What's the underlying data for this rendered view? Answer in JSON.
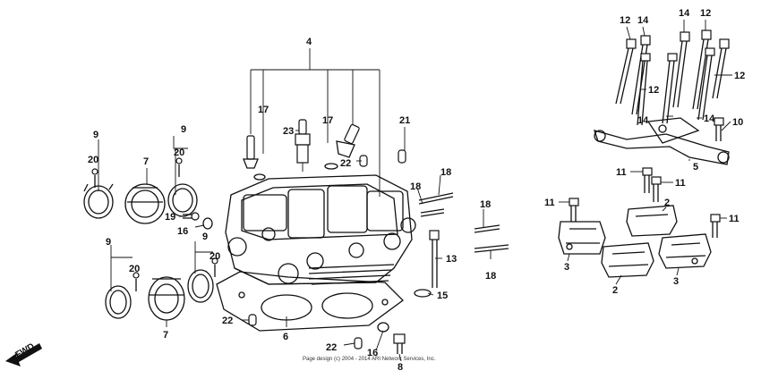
{
  "labels": {
    "p4": "4",
    "p17a": "17",
    "p17b": "17",
    "p23": "23",
    "p21": "21",
    "p22a": "22",
    "p22b": "22",
    "p22c": "22",
    "p18a": "18",
    "p18b": "18",
    "p18c": "18",
    "p18d": "18",
    "p13": "13",
    "p15": "15",
    "p6": "6",
    "p16a": "16",
    "p16b": "16",
    "p8": "8",
    "p19": "19",
    "p9a": "9",
    "p9b": "9",
    "p9c": "9",
    "p9d": "9",
    "p20a": "20",
    "p20b": "20",
    "p20c": "20",
    "p20d": "20",
    "p7a": "7",
    "p7b": "7",
    "p12a": "12",
    "p12b": "12",
    "p12c": "12",
    "p12d": "12",
    "p14a": "14",
    "p14b": "14",
    "p14c": "14",
    "p14d": "14",
    "p10": "10",
    "p11a": "11",
    "p11b": "11",
    "p11c": "11",
    "p11d": "11",
    "p5": "5",
    "p2a": "2",
    "p2b": "2",
    "p3a": "3",
    "p3b": "3"
  },
  "fwd_label": "FWD",
  "footer": "Page design (c) 2004 - 2014 ARI Network Services, Inc."
}
